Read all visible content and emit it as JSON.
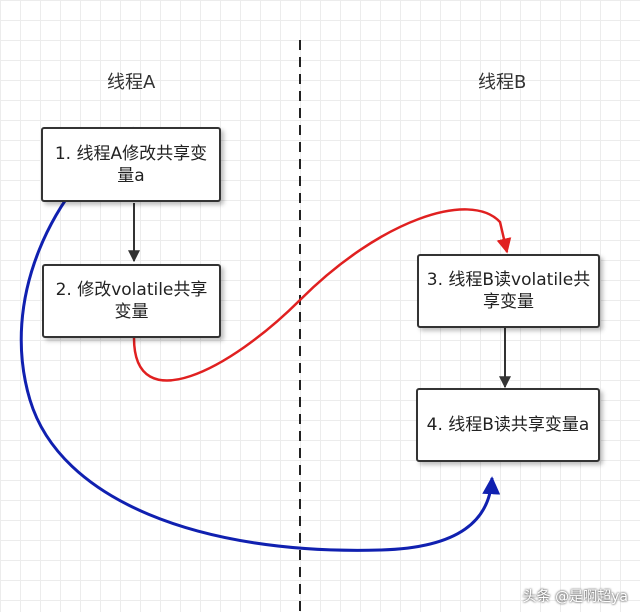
{
  "lanes": {
    "a_title": "线程A",
    "b_title": "线程B"
  },
  "boxes": {
    "step1": "1. 线程A修改共享变量a",
    "step2": "2. 修改volatile共享变量",
    "step3": "3. 线程B读volatile共享变量",
    "step4": "4. 线程B读共享变量a"
  },
  "colors": {
    "red_flow": "#e02020",
    "blue_flow": "#1020b0",
    "box_border": "#333333"
  },
  "watermark": "头条 @是啊超ya"
}
